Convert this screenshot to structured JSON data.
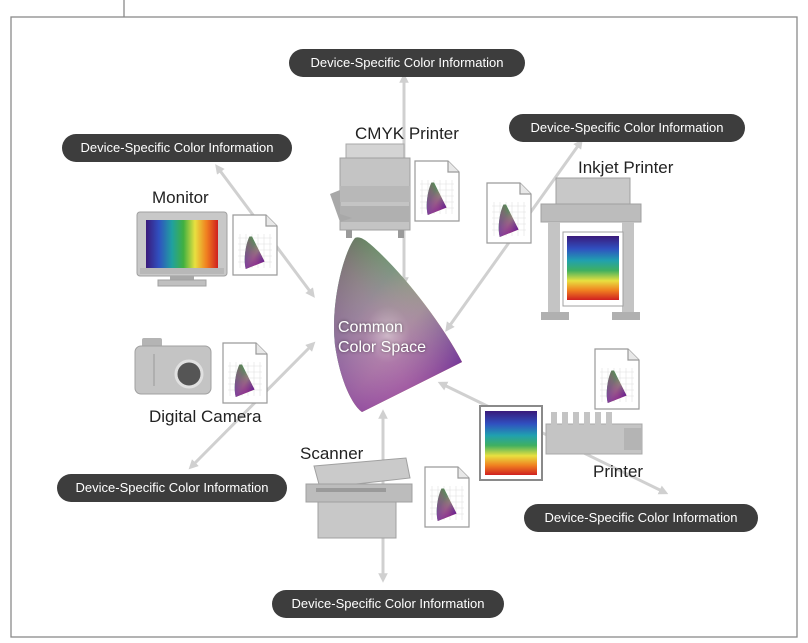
{
  "center": {
    "line1": "Common",
    "line2": "Color Space"
  },
  "pill_label": "Device-Specific Color Information",
  "devices": {
    "monitor": "Monitor",
    "cmyk_printer": "CMYK Printer",
    "inkjet_printer": "Inkjet Printer",
    "digital_camera": "Digital Camera",
    "scanner": "Scanner",
    "printer": "Printer"
  },
  "colors": {
    "frame": "#8a8a8a",
    "pill": "#3d3d3d",
    "arrow": "#d0d0d0",
    "device_gray": "#b8b8b8"
  }
}
